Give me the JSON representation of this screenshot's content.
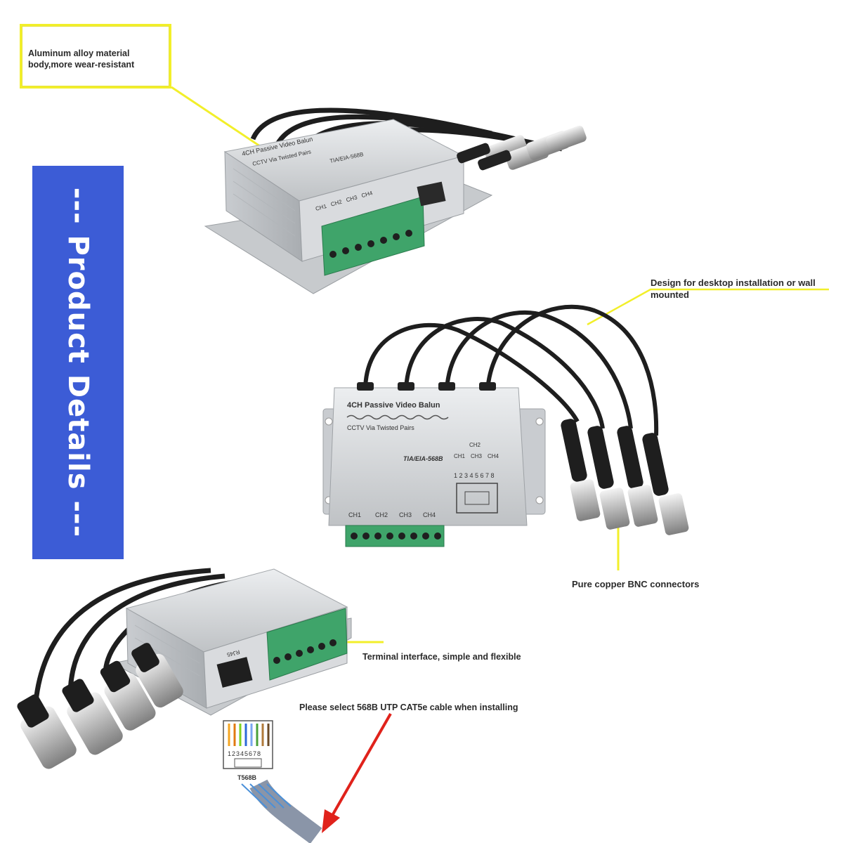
{
  "banner": {
    "title": "--- Product Details ---"
  },
  "callouts": {
    "material": "Aluminum alloy material body,more wear-resistant",
    "install": "Design for desktop installation or wall mounted",
    "bnc": "Pure copper BNC connectors",
    "terminal": "Terminal interface, simple and flexible",
    "cable": "Please select 568B UTP CAT5e cable when installing"
  },
  "device": {
    "title": "4CH Passive Video Balun",
    "subtitle": "CCTV Via Twisted Pairs",
    "standard": "TIA/EIA-568B",
    "channels": [
      "CH1",
      "CH2",
      "CH3",
      "CH4"
    ],
    "pins": "1 2 3 4 5 6 7 8",
    "port_label": "RJ45"
  },
  "rj45_diagram": {
    "label": "T568B",
    "pins": "12345678"
  },
  "colors": {
    "callout_yellow": "#f2ef2a",
    "banner_blue": "#3c5cd6",
    "arrow_red": "#e0221b",
    "terminal_green": "#3fa46a",
    "housing_silver": "#d4d6d8"
  }
}
